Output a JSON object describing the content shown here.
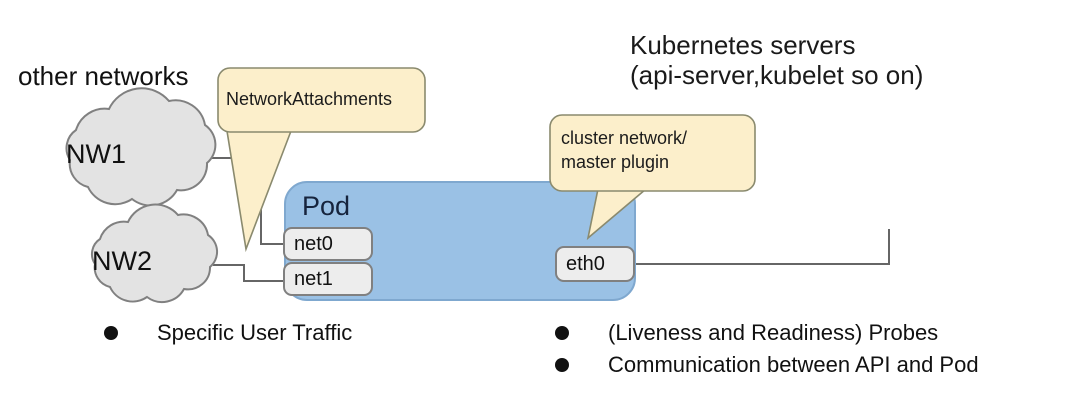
{
  "diagram": {
    "title_block": {
      "line1": "Kubernetes servers",
      "line2": "(api-server,kubelet so on)"
    },
    "other_networks_label": "other networks",
    "clouds": [
      {
        "label": "NW1"
      },
      {
        "label": "NW2"
      }
    ],
    "callouts": [
      {
        "name": "network-attachments",
        "line1": "NetworkAttachments",
        "line2": ""
      },
      {
        "name": "cluster-network",
        "line1": "cluster network/",
        "line2": "master plugin"
      }
    ],
    "pod": {
      "label": "Pod",
      "interfaces_left": [
        {
          "label": "net0"
        },
        {
          "label": "net1"
        }
      ],
      "interfaces_right": [
        {
          "label": "eth0"
        }
      ]
    },
    "bullets_left": [
      {
        "text": "Specific User Traffic"
      }
    ],
    "bullets_right": [
      {
        "text": "(Liveness and Readiness) Probes"
      },
      {
        "text": "Communication between API and Pod"
      }
    ],
    "colors": {
      "pod_fill": "#9AC1E5",
      "pod_stroke": "#7FA8CF",
      "callout_fill": "#FCEFCB",
      "callout_stroke": "#8A8A6E",
      "cloud_fill": "#E3E3E3",
      "cloud_stroke": "#808080",
      "iface_fill": "#EDEDED",
      "iface_stroke": "#808080",
      "line": "#666666",
      "text": "#111111"
    }
  }
}
